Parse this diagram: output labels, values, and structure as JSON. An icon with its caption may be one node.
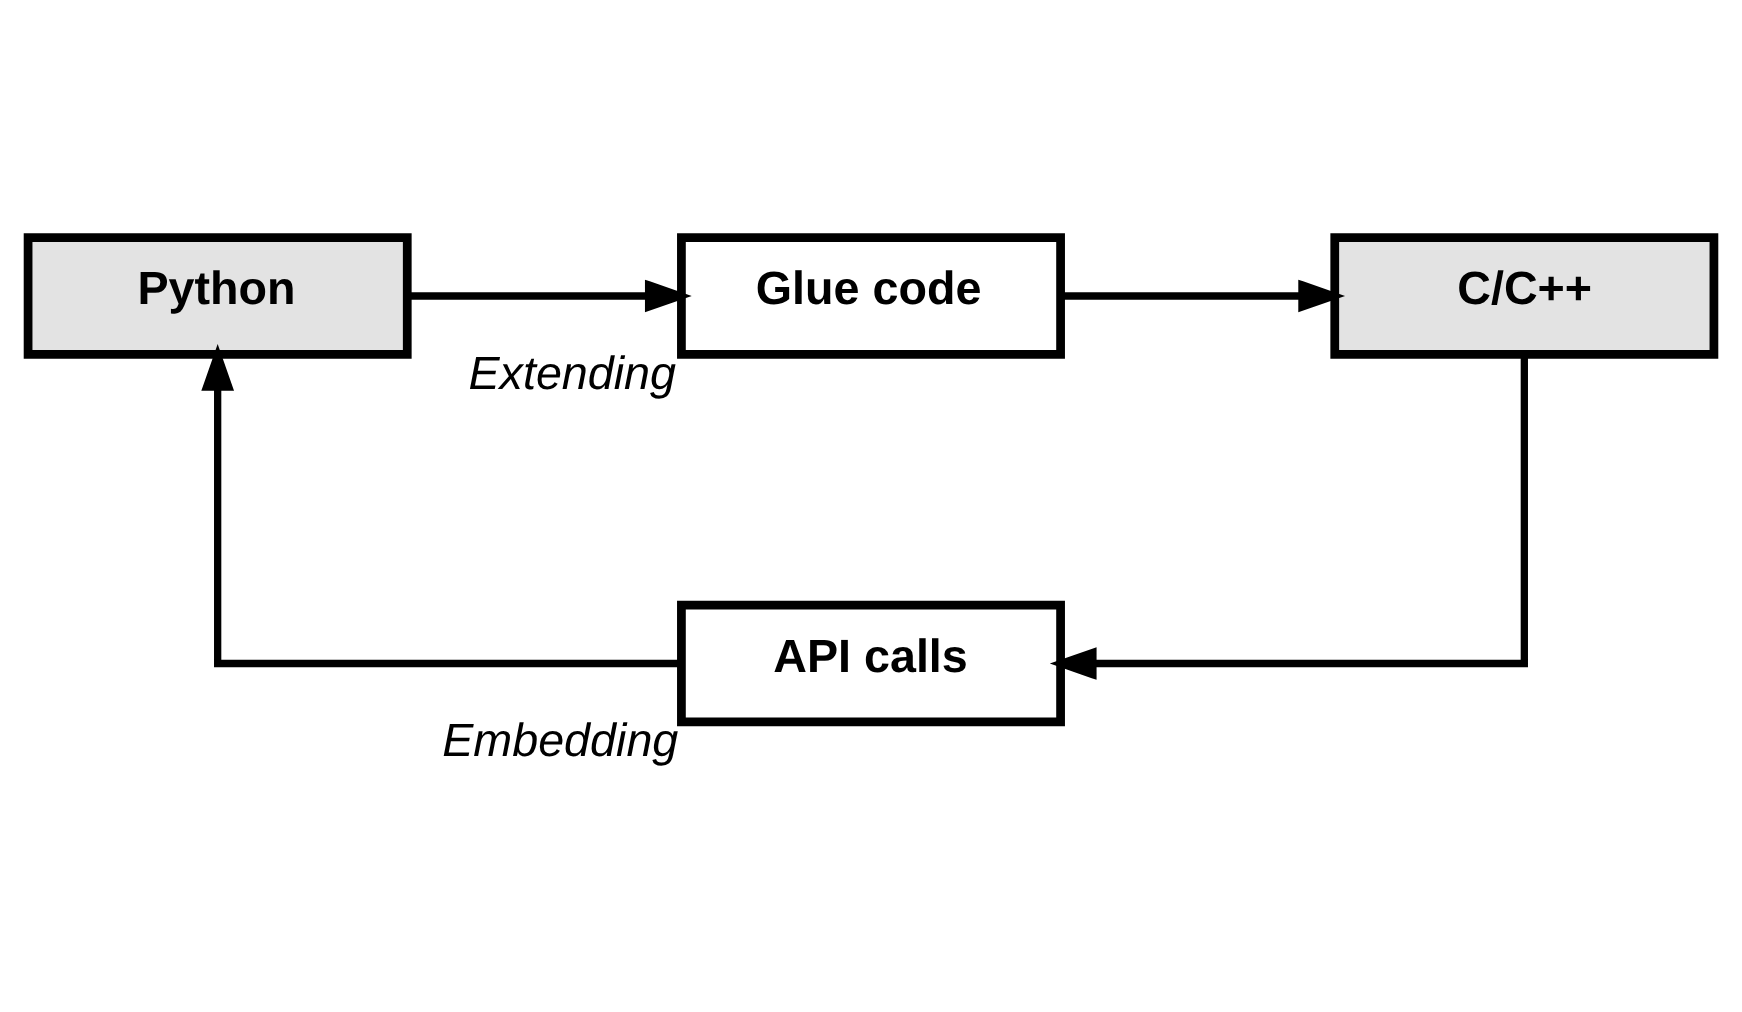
{
  "diagram": {
    "nodes": [
      {
        "text": [
          "Python"
        ]
      },
      {
        "text": [
          "Glue code"
        ],
        "beside": [
          "Extending"
        ]
      },
      {
        "text": [
          "C/C++"
        ]
      },
      {
        "text": [
          "API calls"
        ],
        "beside": [
          "Embedding"
        ]
      }
    ],
    "edges": [
      {
        "from": 0,
        "to": 1,
        "arrow": "to"
      },
      {
        "from": 1,
        "to": 2,
        "arrow": "to"
      },
      {
        "from": 2,
        "to": 3,
        "arrow": "to"
      },
      {
        "from": 3,
        "to": 0,
        "arrow": "to"
      }
    ]
  }
}
